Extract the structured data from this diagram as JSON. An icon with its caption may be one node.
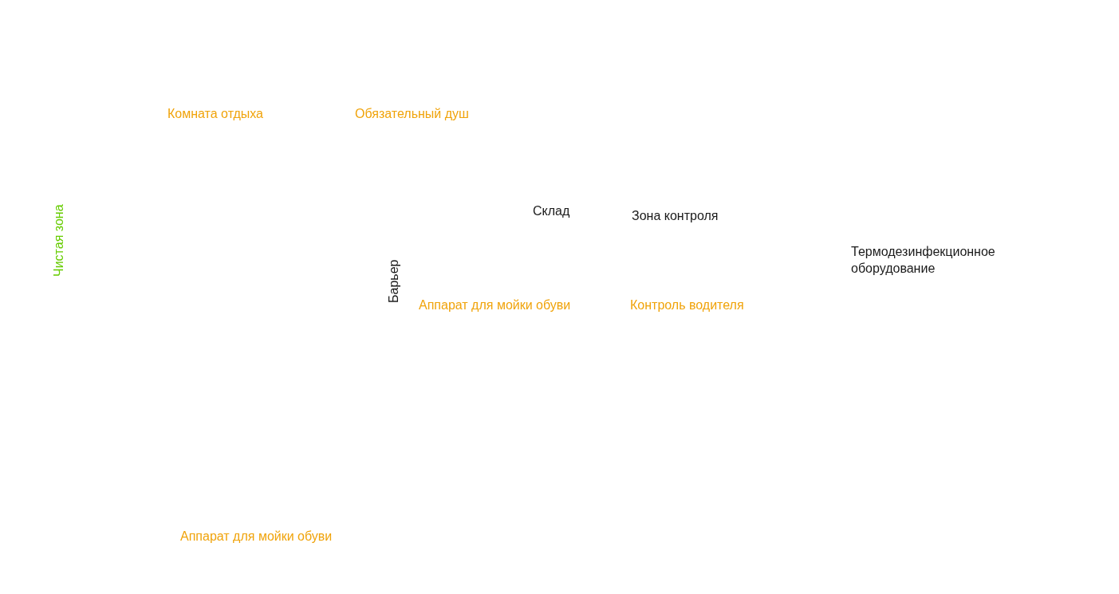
{
  "diagram": {
    "labels": [
      "Комната отдыха",
      "Обязательный душ",
      "Чистая зона",
      "Склад",
      "Зона контроля",
      "Термодезинфекционное оборудование",
      "Барьер",
      "Аппарат для мойки обуви",
      "Контроль водителя",
      "Аппарат для мойки обуви"
    ]
  }
}
